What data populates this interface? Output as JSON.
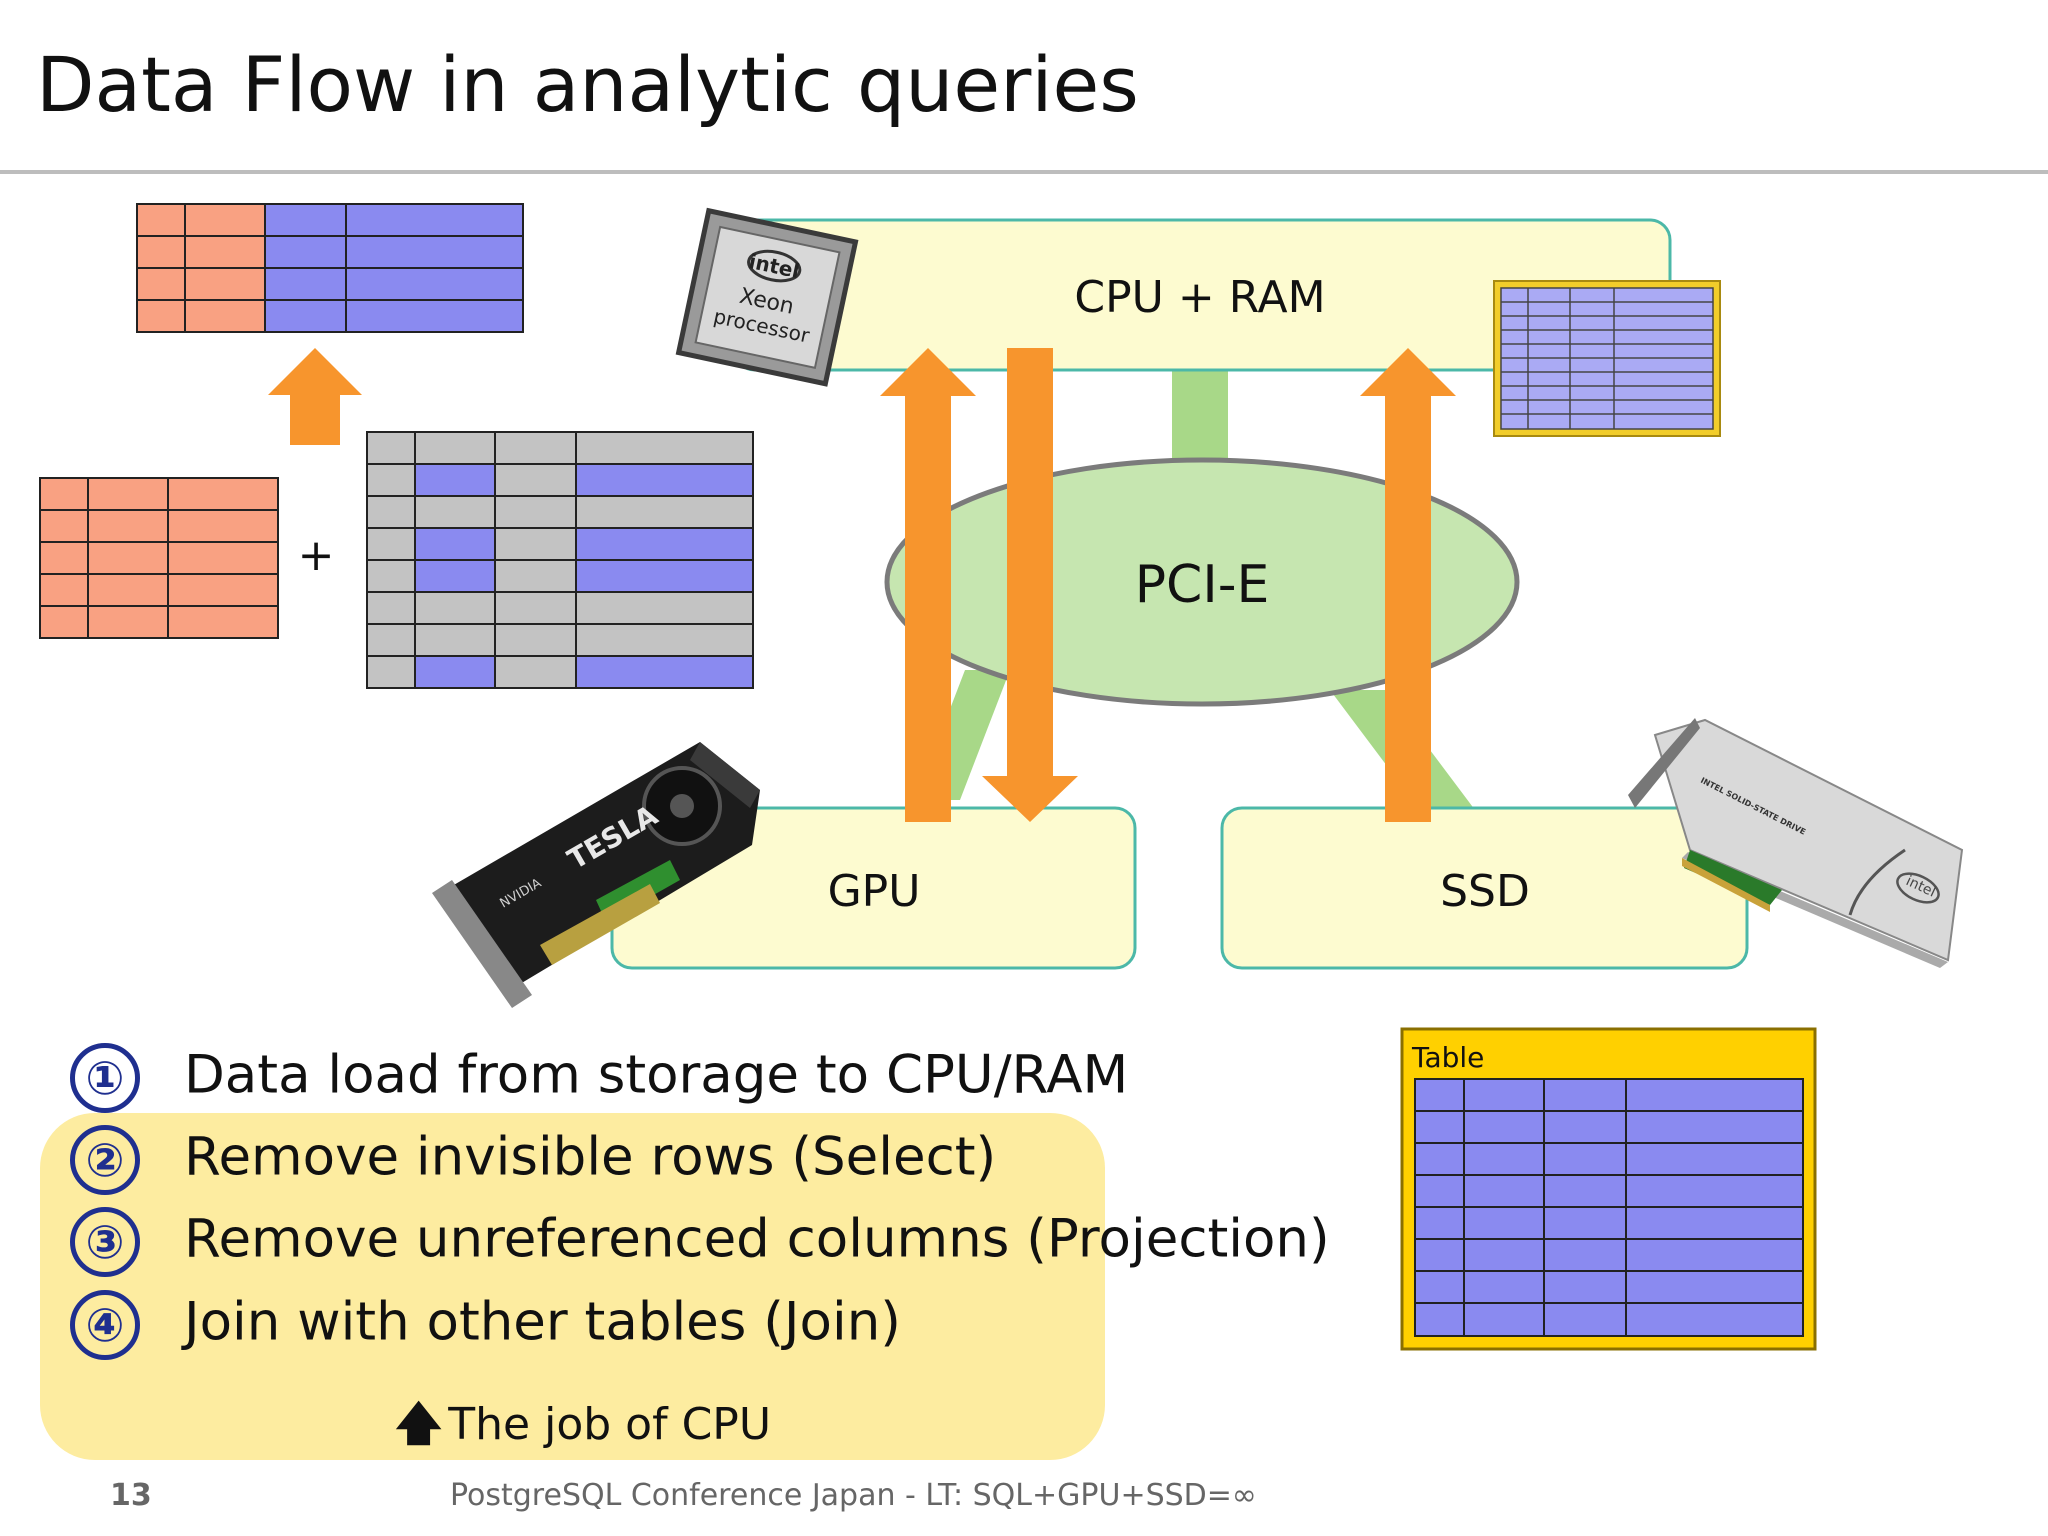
{
  "slide": {
    "title": "Data Flow in analytic queries",
    "page_number": "13",
    "footer": "PostgreSQL Conference Japan - LT: SQL+GPU+SSD=∞"
  },
  "diagram": {
    "cpu_ram_label": "CPU + RAM",
    "pcie_label": "PCI-E",
    "gpu_label": "GPU",
    "ssd_label": "SSD",
    "table_label": "Table",
    "plus_sign": "+",
    "cpu_chip": {
      "logo": "intel",
      "line1": "Xeon",
      "line2": "processor"
    },
    "gpu_card": {
      "brand": "NVIDIA",
      "model": "TESLA"
    },
    "ssd_card": {
      "text": "INTEL SOLID-STATE DRIVE",
      "logo": "intel"
    }
  },
  "steps": [
    {
      "num": "①",
      "text": "Data load from storage to CPU/RAM"
    },
    {
      "num": "②",
      "text": "Remove invisible rows (Select)"
    },
    {
      "num": "③",
      "text": "Remove unreferenced columns (Projection)"
    },
    {
      "num": "④",
      "text": "Join with other tables (Join)"
    }
  ],
  "cpu_note": "The job of CPU",
  "colors": {
    "box_fill": "#fdfbd0",
    "box_border": "#4cb8a8",
    "pcie_fill": "#c6e6b0",
    "connector": "#a8d888",
    "arrow": "#f7952d",
    "salmon": "#f9a182",
    "blue_cell": "#8a8af0",
    "gray_cell": "#c3c3c3",
    "table_gold": "#ffd000",
    "highlight": "#fdeca0",
    "circle_num": "#1f2f8f"
  }
}
